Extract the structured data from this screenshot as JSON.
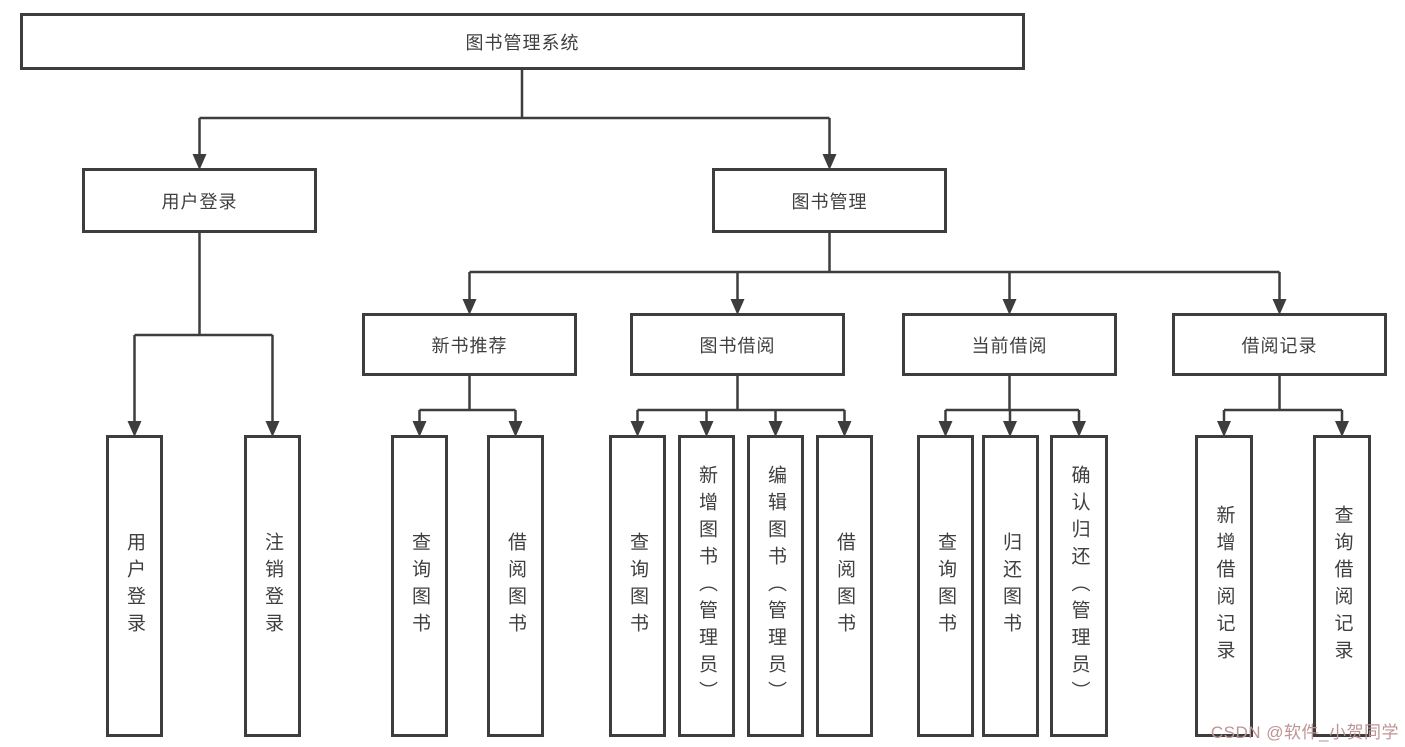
{
  "diagram": {
    "title": "图书管理系统",
    "nodes": {
      "root": {
        "label": "图书管理系统"
      },
      "level2": [
        {
          "label": "用户登录"
        },
        {
          "label": "图书管理"
        }
      ],
      "level3": [
        {
          "label": "新书推荐",
          "parent": "图书管理"
        },
        {
          "label": "图书借阅",
          "parent": "图书管理"
        },
        {
          "label": "当前借阅",
          "parent": "图书管理"
        },
        {
          "label": "借阅记录",
          "parent": "图书管理"
        }
      ],
      "leaves": [
        {
          "label": "用户登录",
          "parent": "用户登录"
        },
        {
          "label": "注销登录",
          "parent": "用户登录"
        },
        {
          "label": "查询图书",
          "parent": "新书推荐"
        },
        {
          "label": "借阅图书",
          "parent": "新书推荐"
        },
        {
          "label": "查询图书",
          "parent": "图书借阅"
        },
        {
          "label": "新增图书（管理员）",
          "parent": "图书借阅"
        },
        {
          "label": "编辑图书（管理员）",
          "parent": "图书借阅"
        },
        {
          "label": "借阅图书",
          "parent": "图书借阅"
        },
        {
          "label": "查询图书",
          "parent": "当前借阅"
        },
        {
          "label": "归还图书",
          "parent": "当前借阅"
        },
        {
          "label": "确认归还（管理员）",
          "parent": "当前借阅"
        },
        {
          "label": "新增借阅记录",
          "parent": "借阅记录"
        },
        {
          "label": "查询借阅记录",
          "parent": "借阅记录"
        }
      ]
    }
  },
  "watermark": {
    "text": "CSDN @软件_小贺同学"
  },
  "colors": {
    "line": "#3d3d3d",
    "text": "#3f3f3f",
    "background": "#ffffff",
    "watermark": "#bd9494"
  }
}
